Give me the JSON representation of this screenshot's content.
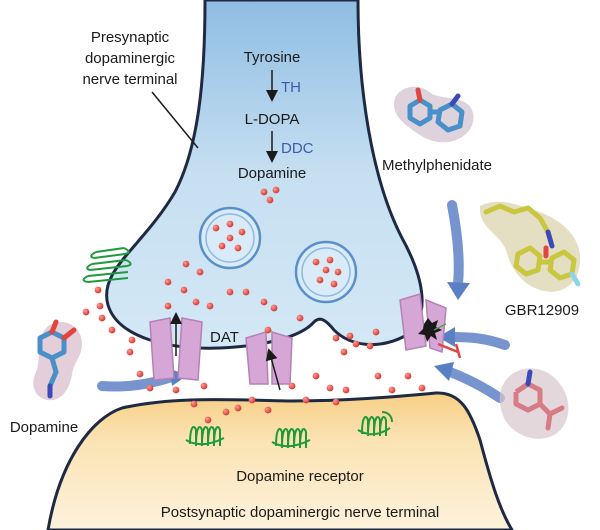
{
  "labels": {
    "presynaptic": [
      "Presynaptic",
      "dopaminergic",
      "nerve terminal"
    ],
    "postsynaptic": "Postsynaptic dopaminergic nerve terminal",
    "dopamine_receptor": "Dopamine receptor",
    "dat": "DAT",
    "dopamine_left": "Dopamine",
    "methylphenidate": "Methylphenidate",
    "gbr": "GBR12909"
  },
  "pathway": {
    "steps": [
      "Tyrosine",
      "L-DOPA",
      "Dopamine"
    ],
    "enzymes": [
      "TH",
      "DDC"
    ]
  },
  "colors": {
    "presynaptic_fill": "#bcd8ee",
    "postsynaptic_fill": "#fbe3b4",
    "membrane": "#1e2a44",
    "transporter": "#d6a6d6",
    "receptor": "#1f9a3a",
    "dopamine_dot": "#e0463f",
    "enzyme_text": "#3b5bb0",
    "inhibitor": "#e0463f",
    "arrow_blue": "#6f8cc9",
    "mol_blue": "#4a90c8",
    "mol_yellow": "#c9c640",
    "mol_pink": "#d77c86"
  }
}
